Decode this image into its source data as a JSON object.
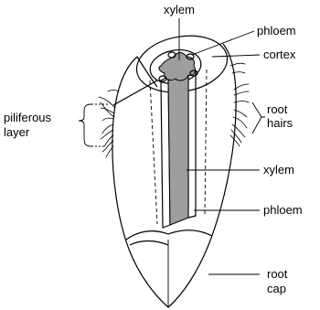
{
  "labels": {
    "xylem_top": "xylem",
    "phloem_top": "phloem",
    "cortex": "cortex",
    "root_hairs": [
      "root",
      "hairs"
    ],
    "piliferous_layer": [
      "piliferous",
      "layer"
    ],
    "xylem_side": "xylem",
    "phloem_side": "phloem",
    "root_cap": [
      "root",
      "cap"
    ]
  },
  "colors": {
    "xylem_fill": "#9e9e9e",
    "phloem_fill": "#ffffff",
    "outline": "#000000"
  }
}
